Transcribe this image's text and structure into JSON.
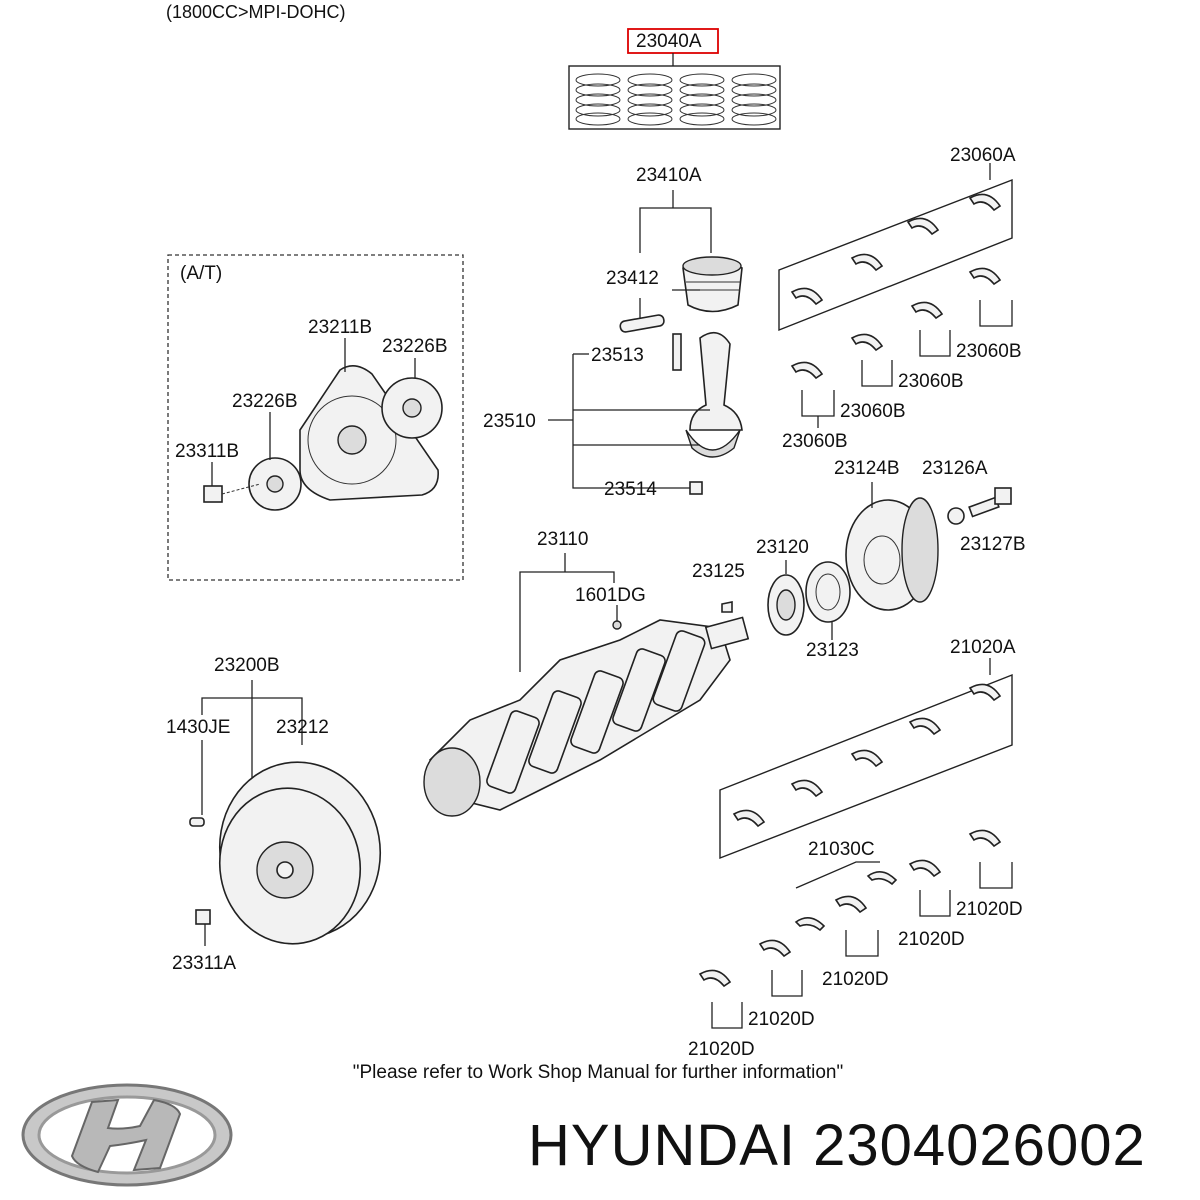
{
  "header": {
    "variant": "(1800CC>MPI-DOHC)"
  },
  "at_box": {
    "label": "(A/T)"
  },
  "parts": [
    {
      "id": "23040A",
      "highlighted": true
    },
    {
      "id": "23410A"
    },
    {
      "id": "23412"
    },
    {
      "id": "23513"
    },
    {
      "id": "23510"
    },
    {
      "id": "23514"
    },
    {
      "id": "23060A"
    },
    {
      "id": "23060B"
    },
    {
      "id": "23211B"
    },
    {
      "id": "23226B"
    },
    {
      "id": "23311B"
    },
    {
      "id": "23110"
    },
    {
      "id": "1601DG"
    },
    {
      "id": "23125"
    },
    {
      "id": "23120"
    },
    {
      "id": "23123"
    },
    {
      "id": "23124B"
    },
    {
      "id": "23126A"
    },
    {
      "id": "23127B"
    },
    {
      "id": "23200B"
    },
    {
      "id": "1430JE"
    },
    {
      "id": "23212"
    },
    {
      "id": "23311A"
    },
    {
      "id": "21020A"
    },
    {
      "id": "21030C"
    },
    {
      "id": "21020D"
    }
  ],
  "labels": {
    "p23040A": "23040A",
    "p23410A": "23410A",
    "p23412": "23412",
    "p23513": "23513",
    "p23510": "23510",
    "p23514": "23514",
    "p23060A": "23060A",
    "p23060B": "23060B",
    "p23211B": "23211B",
    "p23226B": "23226B",
    "p23311B": "23311B",
    "p23110": "23110",
    "p1601DG": "1601DG",
    "p23125": "23125",
    "p23120": "23120",
    "p23123": "23123",
    "p23124B": "23124B",
    "p23126A": "23126A",
    "p23127B": "23127B",
    "p23200B": "23200B",
    "p1430JE": "1430JE",
    "p23212": "23212",
    "p23311A": "23311A",
    "p21020A": "21020A",
    "p21030C": "21030C",
    "p21020D": "21020D"
  },
  "footer": {
    "note": "\"Please refer to Work Shop Manual for further information\"",
    "brand": "HYUNDAI 2304026002",
    "logo_icon": "hyundai-logo-icon"
  },
  "colors": {
    "highlight": "#dd0000",
    "ink": "#111111"
  }
}
